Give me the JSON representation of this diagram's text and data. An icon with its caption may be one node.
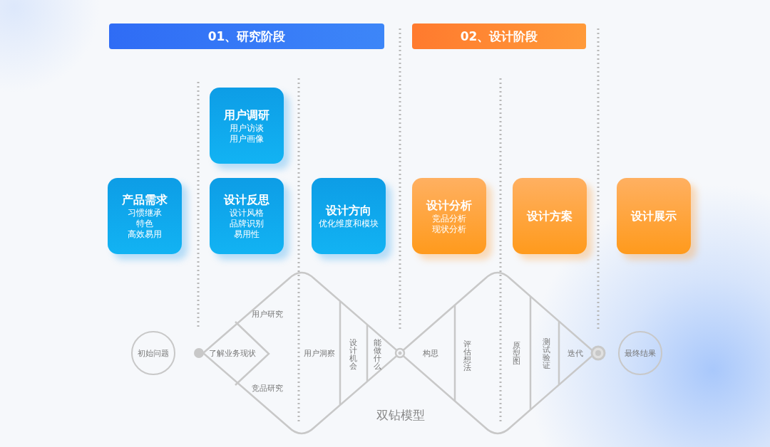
{
  "diagram": {
    "nodes": [
      {
        "text": [
          "01、研究阶段"
        ]
      },
      {
        "text": [
          "02、设计阶段"
        ]
      },
      {
        "text": [
          "用户调研",
          "用户访谈",
          "用户画像"
        ]
      },
      {
        "text": [
          "产品需求",
          "习惯继承",
          "特色",
          "高效易用"
        ]
      },
      {
        "text": [
          "设计反思",
          "设计风格",
          "品牌识别",
          "易用性"
        ]
      },
      {
        "text": [
          "设计方向",
          "优化维度和模块"
        ]
      },
      {
        "text": [
          "设计分析",
          "竞品分析",
          "现状分析"
        ]
      },
      {
        "text": [
          "设计方案"
        ]
      },
      {
        "text": [
          "设计展示"
        ]
      },
      {
        "text": [
          "初始问题"
        ]
      },
      {
        "text": [
          "最终结果"
        ]
      }
    ],
    "labels": [
      "用户研究",
      "了解业务现状",
      "竞品研究",
      "用户洞察",
      "设计机会",
      "能做什么",
      "构思",
      "评估想法",
      "原型图",
      "测试验证",
      "迭代",
      "双钻模型"
    ]
  }
}
